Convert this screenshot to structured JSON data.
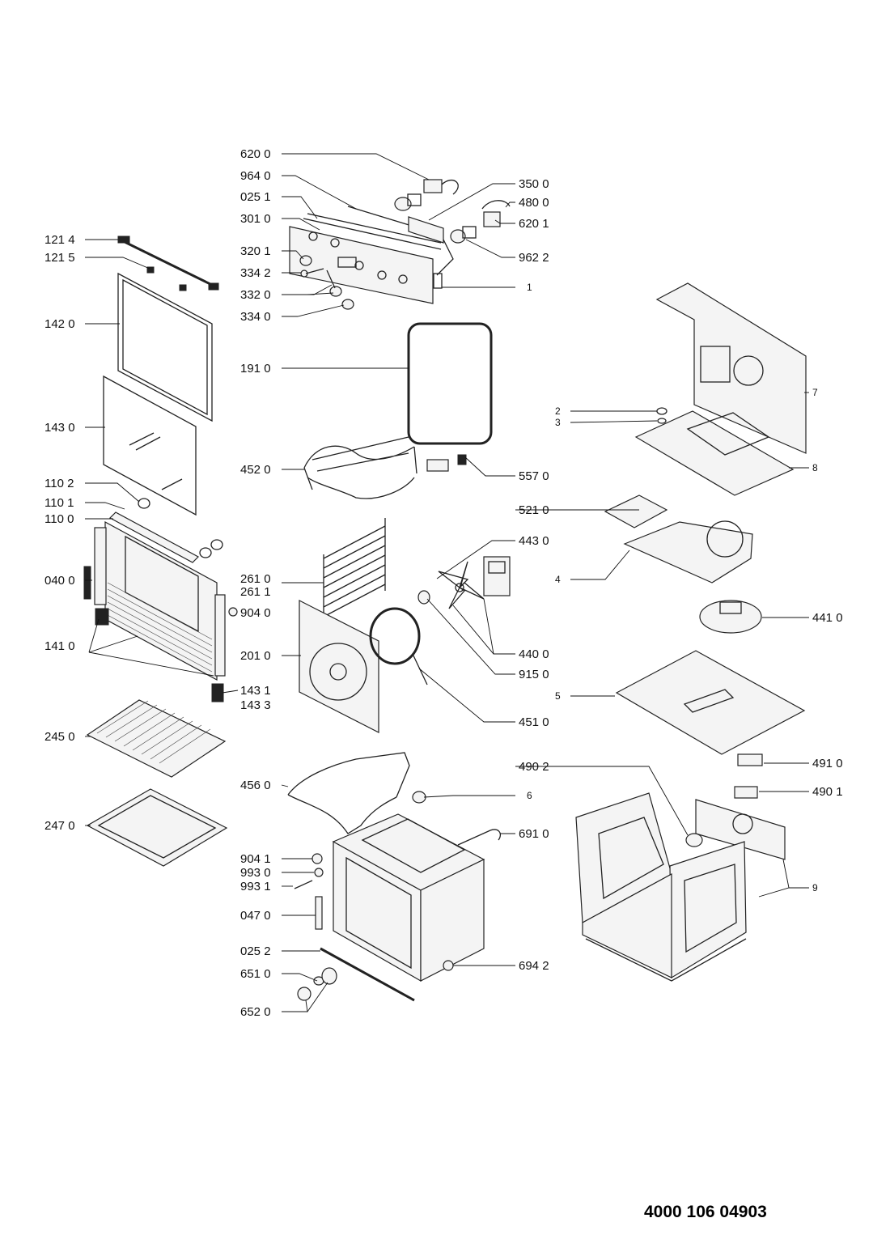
{
  "callouts": {
    "c6200": "620 0",
    "c9640": "964 0",
    "c0251": "025 1",
    "c3010": "301 0",
    "c3201": "320 1",
    "c3342": "334 2",
    "c3320": "332 0",
    "c3340": "334 0",
    "c3500": "350 0",
    "c4800": "480 0",
    "c6201": "620 1",
    "c9622": "962 2",
    "c1": "1",
    "c1214": "121 4",
    "c1215": "121 5",
    "c1420": "142 0",
    "c1430": "143 0",
    "c1102": "110 2",
    "c1101": "110 1",
    "c1100": "110 0",
    "c0400": "040 0",
    "c1410": "141 0",
    "c1431": "143 1",
    "c1433": "143 3",
    "c2450": "245 0",
    "c2470": "247 0",
    "c9040": "904 0",
    "c1910": "191 0",
    "c4520": "452 0",
    "c5570": "557 0",
    "c5210": "521 0",
    "c4430": "443 0",
    "c2610": "261 0",
    "c2611": "261 1",
    "c2010": "201 0",
    "c4400": "440 0",
    "c9150": "915 0",
    "c4510": "451 0",
    "c4410": "441 0",
    "c4560": "456 0",
    "c6": "6",
    "c6910": "691 0",
    "c4902": "490 2",
    "c4910": "491 0",
    "c4901": "490 1",
    "c9041": "904 1",
    "c9930": "993 0",
    "c9931": "993 1",
    "c0470": "047 0",
    "c0252": "025 2",
    "c6510": "651 0",
    "c6520": "652 0",
    "c6942": "694 2",
    "c2": "2",
    "c3": "3",
    "c4": "4",
    "c5": "5",
    "c7": "7",
    "c8": "8",
    "c9": "9"
  },
  "doc_number": "4000 106 04903"
}
